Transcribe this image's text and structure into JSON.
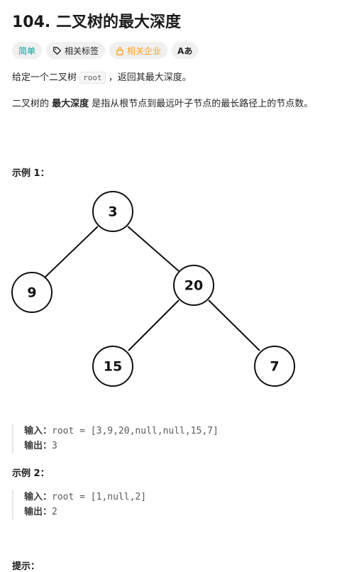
{
  "problem": {
    "title": "104. 二叉树的最大深度"
  },
  "tags": {
    "difficulty": "简单",
    "related_tags": "相关标签",
    "related_companies": "相关企业",
    "lang_icon": "Aあ"
  },
  "description": {
    "p1_before": "给定一个二叉树 ",
    "p1_code": "root",
    "p1_after": " ，返回其最大深度。",
    "p2_before": "二叉树的 ",
    "p2_bold": "最大深度",
    "p2_after": " 是指从根节点到最远叶子节点的最长路径上的节点数。"
  },
  "example1": {
    "title": "示例 1：",
    "tree_nodes": [
      "3",
      "9",
      "20",
      "15",
      "7"
    ],
    "input_label": "输入：",
    "input_value": "root = [3,9,20,null,null,15,7]",
    "output_label": "输出：",
    "output_value": "3"
  },
  "example2": {
    "title": "示例 2：",
    "input_label": "输入：",
    "input_value": "root = [1,null,2]",
    "output_label": "输出：",
    "output_value": "2"
  },
  "hints": {
    "title": "提示："
  },
  "icons": {
    "tag": "tag-icon",
    "lock": "lock-icon",
    "translate": "translate-icon"
  },
  "colors": {
    "easy": "#00a3a3",
    "company": "#ffa116",
    "tag_bg": "#f0f0f0"
  }
}
